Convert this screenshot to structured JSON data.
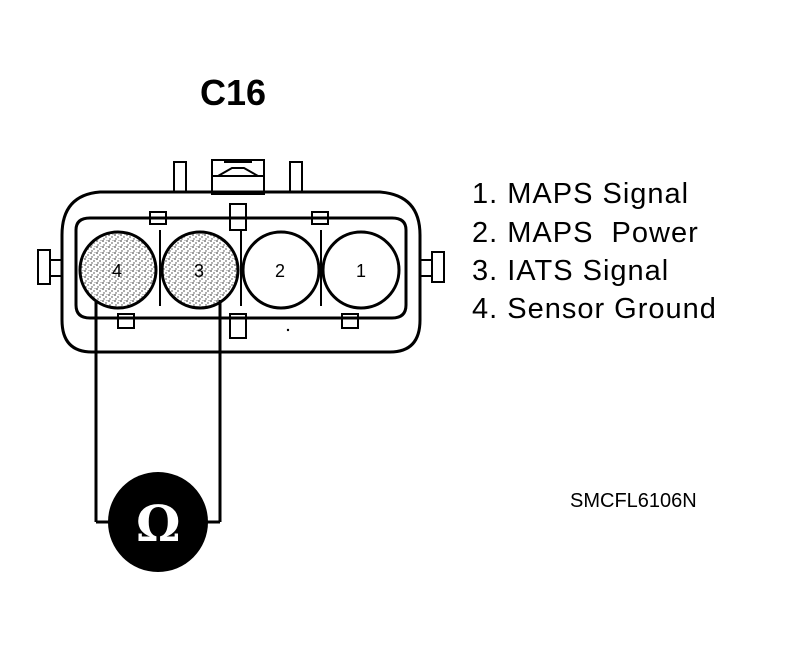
{
  "connector": {
    "id": "C16",
    "pins": [
      {
        "number": "4",
        "shaded": true
      },
      {
        "number": "3",
        "shaded": true
      },
      {
        "number": "2",
        "shaded": false
      },
      {
        "number": "1",
        "shaded": false
      }
    ]
  },
  "legend": [
    "1. MAPS Signal",
    "2. MAPS  Power",
    "3. IATS Signal",
    "4. Sensor Ground"
  ],
  "meter": {
    "symbol": "Ω",
    "fill_color": "#000000"
  },
  "figure_code": "SMCFL6106N"
}
